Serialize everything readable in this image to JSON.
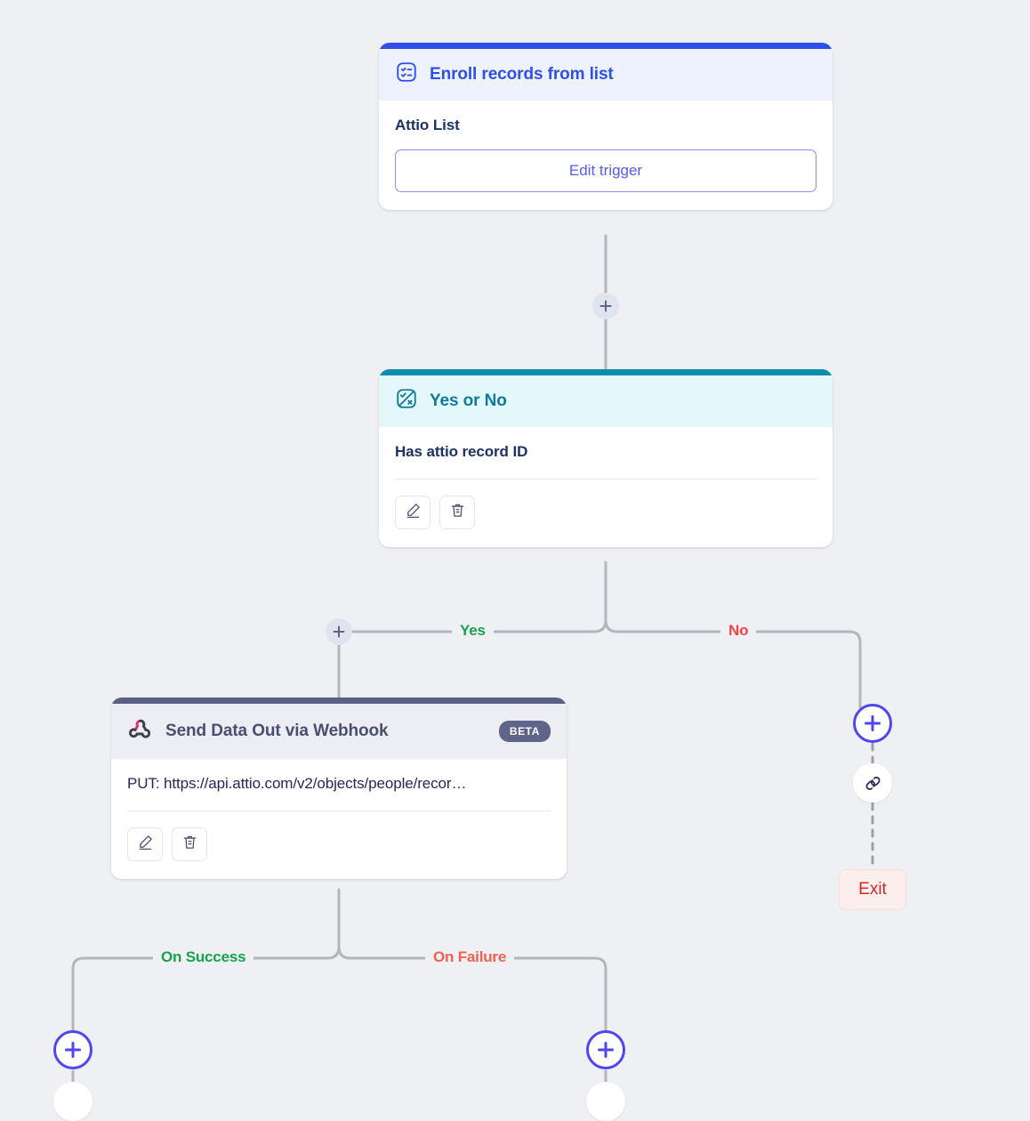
{
  "canvas": {
    "background": "#eef0f4",
    "connector_color": "#b3b6bd"
  },
  "nodes": [
    {
      "id": "enroll",
      "type": "trigger",
      "title": "Enroll records from list",
      "icon": "checklist-icon",
      "accent": "#2f4fe8",
      "header_bg": "#eef2fe",
      "body_label": "Attio List",
      "button_label": "Edit trigger"
    },
    {
      "id": "yesno",
      "type": "condition",
      "title": "Yes or No",
      "icon": "yes-no-icon",
      "accent": "#0e8cab",
      "header_bg": "#e4f7fb",
      "body_label": "Has attio record ID",
      "actions": [
        "edit-icon",
        "delete-icon"
      ]
    },
    {
      "id": "webhook",
      "type": "action",
      "title": "Send Data Out via Webhook",
      "icon": "webhook-icon",
      "badge": "BETA",
      "accent": "#5a5f86",
      "header_bg": "#eceef4",
      "body_label": "PUT: https://api.attio.com/v2/objects/people/recor…",
      "actions": [
        "edit-icon",
        "delete-icon"
      ]
    }
  ],
  "edges": {
    "yes_label": "Yes",
    "no_label": "No",
    "success_label": "On Success",
    "failure_label": "On Failure"
  },
  "exit": {
    "label": "Exit",
    "text_color": "#d62828",
    "bg_color": "#fdeeee"
  },
  "add_buttons": {
    "tooltip": "+"
  }
}
